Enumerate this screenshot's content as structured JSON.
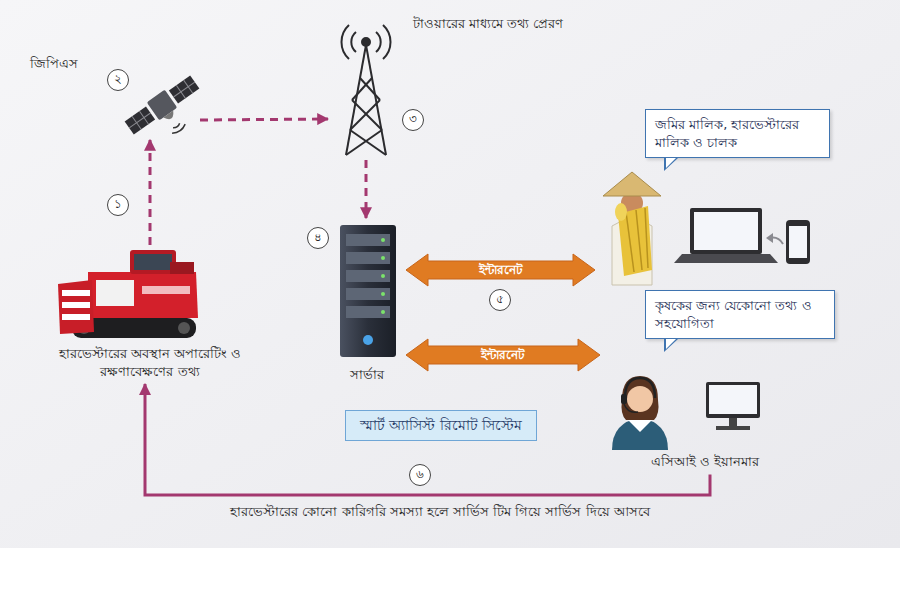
{
  "diagram": {
    "nodes": [
      {
        "text": [
          "হারভেস্টারের অবস্থান অপারেটিং ও রক্ষণাবেক্ষণের তথ্য"
        ]
      },
      {
        "text": [
          "জিপিএস"
        ]
      },
      {
        "text": [
          "টাওয়ারের মাধ্যমে তথ্য প্রেরণ"
        ]
      },
      {
        "text": [
          "সার্ভার"
        ]
      },
      {
        "text": [
          "জমির মালিক, হারভেস্টারের মালিক ও চালক"
        ]
      },
      {
        "text": [
          "কৃষকের জন্য যেকোনো তথ্য ও সহযোগিতা",
          "এসিআই ও ইয়ানমার"
        ]
      },
      {
        "text": [
          "স্মার্ট অ্যাসিস্ট রিমোট সিস্টেম"
        ]
      }
    ],
    "edges": [
      {
        "from": 0,
        "to": 1,
        "arrow": "to"
      },
      {
        "from": 1,
        "to": 2,
        "arrow": "to"
      },
      {
        "from": 2,
        "to": 3,
        "arrow": "to"
      },
      {
        "from": 3,
        "to": 4,
        "arrow": "both",
        "label": "ইন্টারনেট"
      },
      {
        "from": 3,
        "to": 5,
        "arrow": "both",
        "label": "ইন্টারনেট"
      },
      {
        "from": 5,
        "to": 0,
        "arrow": "to",
        "label": "হারভেস্টারের কোনো কারিগরি সমস্যা হলে সার্ভিস টিম গিয়ে সার্ভিস দিয়ে আসবে"
      }
    ],
    "labels": [
      "১",
      "২",
      "৩",
      "৪",
      "৫",
      "৬"
    ]
  }
}
